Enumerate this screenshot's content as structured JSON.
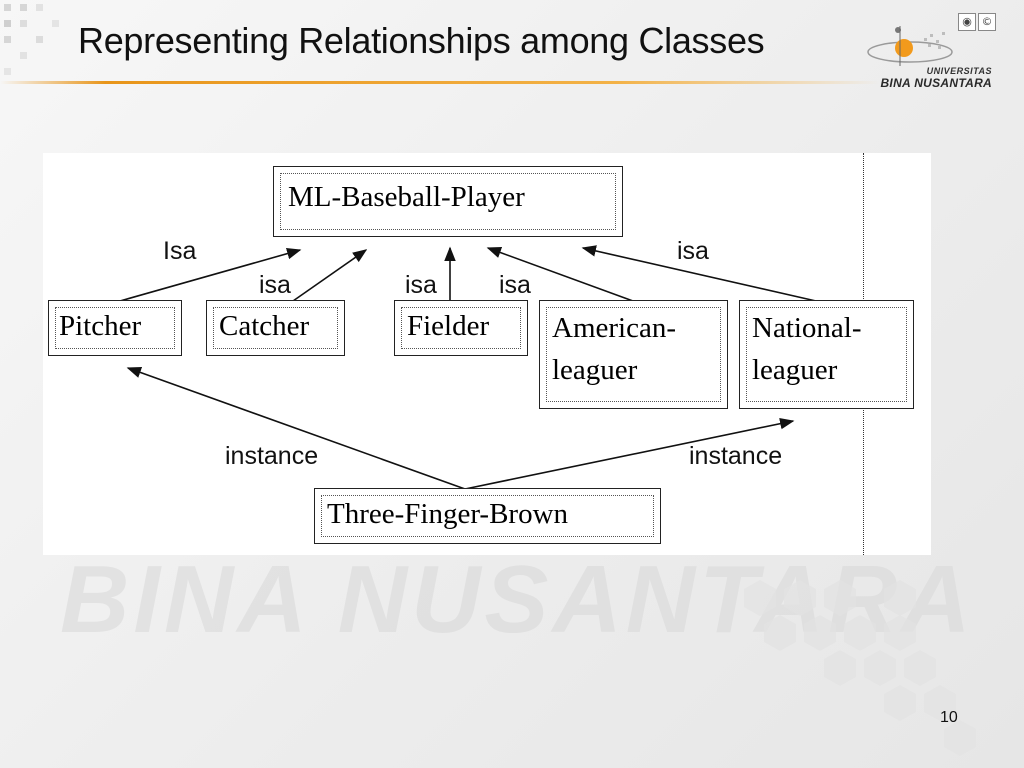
{
  "slide": {
    "title": "Representing Relationships among Classes",
    "page_number": "10"
  },
  "logo": {
    "line1": "UNIVERSITAS",
    "line2": "BINA NUSANTARA",
    "watermark": "BINA NUSANTARA",
    "accent_color": "#e8951a"
  },
  "diagram": {
    "nodes": {
      "ml_baseball_player": "ML-Baseball-Player",
      "pitcher": "Pitcher",
      "catcher": "Catcher",
      "fielder": "Fielder",
      "american_leaguer": "American-leaguer",
      "national_leaguer": "National-leaguer",
      "three_finger_brown": "Three-Finger-Brown"
    },
    "edge_labels": {
      "pitcher_isa": "Isa",
      "catcher_isa": "isa",
      "fielder_isa": "isa",
      "american_isa": "isa",
      "national_isa": "isa",
      "instance_pitcher": "instance",
      "instance_national": "instance"
    }
  }
}
